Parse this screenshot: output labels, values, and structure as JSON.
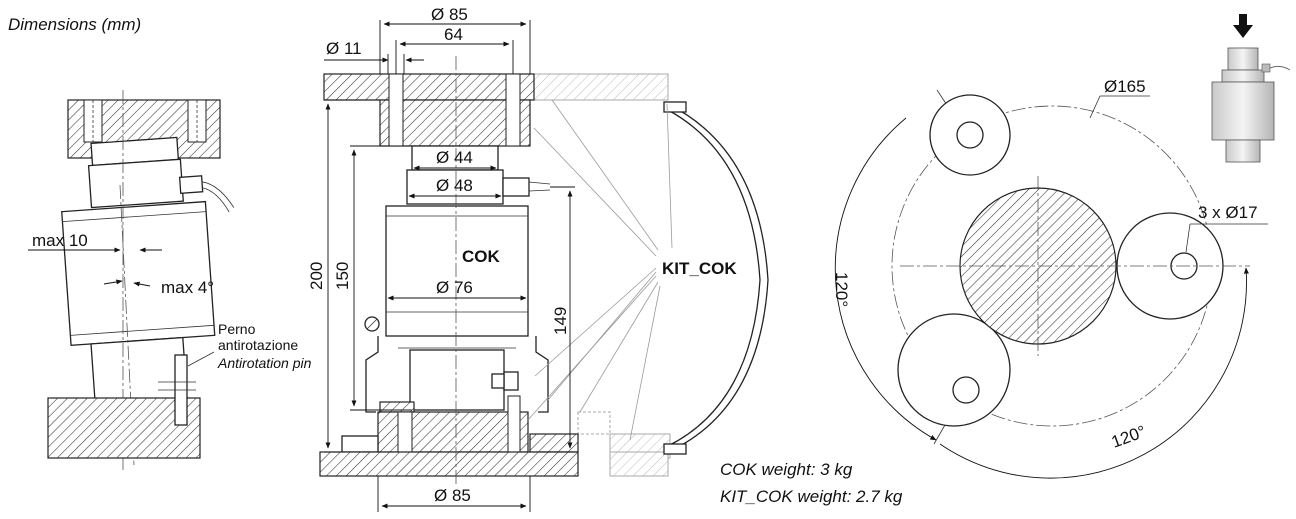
{
  "header": {
    "title": "Dimensions (mm)"
  },
  "tilt_view": {
    "max_offset_label": "max 10",
    "max_angle_label": "max 4°",
    "pin_label_line1": "Perno",
    "pin_label_line2": "antirotazione",
    "pin_label_en": "Antirotation pin"
  },
  "section_view": {
    "dim_top_diameter": "Ø 85",
    "dim_hole": "Ø 11",
    "dim_hole_spacing": "64",
    "dim_d44": "Ø 44",
    "dim_d48": "Ø 48",
    "dim_d76": "Ø 76",
    "dim_bottom_diameter": "Ø 85",
    "dim_height_200": "200",
    "dim_height_150": "150",
    "dim_height_149": "149",
    "label_cok": "COK",
    "label_kit": "KIT_COK"
  },
  "plan_view": {
    "dim_pitch_diameter": "Ø165",
    "dim_holes": "3 x Ø17",
    "angle_1": "120°",
    "angle_2": "120°"
  },
  "weights": {
    "cok": "COK weight: 3 kg",
    "kit": "KIT_COK weight: 2.7 kg"
  },
  "icons": {
    "load_arrow": "down-arrow-icon",
    "product_photo": "load-cell-icon"
  }
}
